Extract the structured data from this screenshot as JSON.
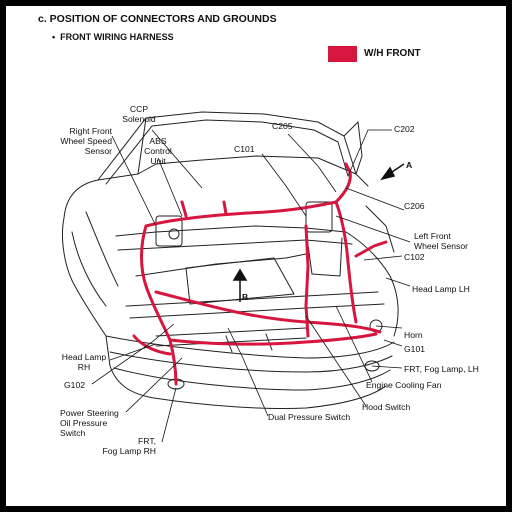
{
  "heading": "c. POSITION OF CONNECTORS AND GROUNDS",
  "subheading": "FRONT WIRING HARNESS",
  "legend": {
    "label": "W/H FRONT",
    "color": "#d6163f"
  },
  "labels": {
    "ccp_solenoid": [
      "CCP",
      "Solenoid"
    ],
    "abs_control_unit": [
      "ABS",
      "Control",
      "Unit"
    ],
    "rf_wheel_speed_sensor": [
      "Right Front",
      "Wheel Speed",
      "Sensor"
    ],
    "c205": "C205",
    "c202": "C202",
    "c101": "C101",
    "c206": "C206",
    "lf_wheel_sensor": [
      "Left Front",
      "Wheel Sensor"
    ],
    "c102": "C102",
    "head_lamp_lh": "Head Lamp LH",
    "horn": "Horn",
    "g101": "G101",
    "frt_fog_lamp_lh": "FRT, Fog Lamp, LH",
    "engine_cooling_fan": "Engine Cooling Fan",
    "hood_switch": "Hood Switch",
    "dual_pressure_switch": "Dual Pressure Switch",
    "head_lamp_rh": [
      "Head Lamp",
      "RH"
    ],
    "g102": "G102",
    "power_steering_switch": [
      "Power Steering",
      "Oil Pressure",
      "Switch"
    ],
    "frt_fog_lamp_rh": [
      "FRT,",
      "Fog Lamp RH"
    ]
  },
  "arrows": {
    "a": "A",
    "b": "B"
  }
}
